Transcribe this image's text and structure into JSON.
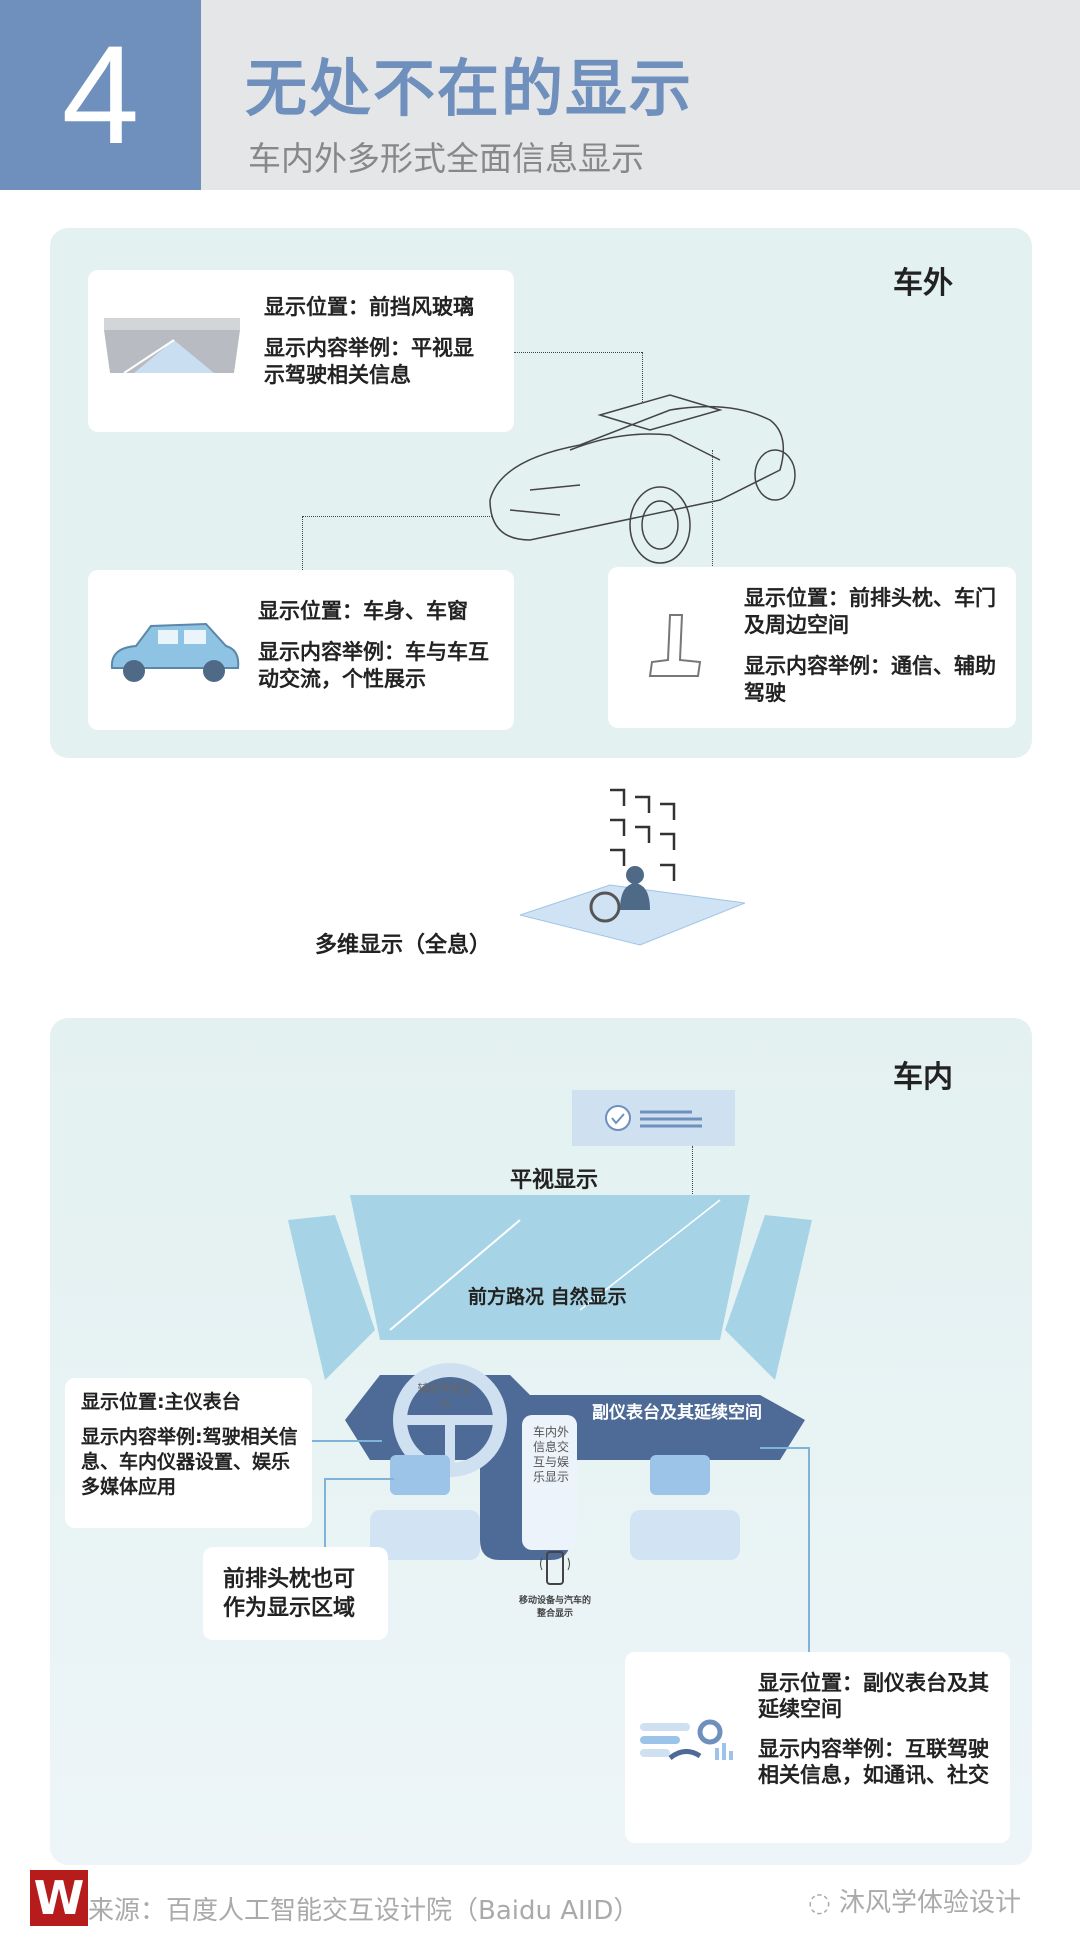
{
  "header": {
    "number": "4",
    "title": "无处不在的显示",
    "subtitle": "车内外多形式全面信息显示"
  },
  "exterior": {
    "label": "车外",
    "cards": [
      {
        "position": "显示位置：前挡风玻璃",
        "example": "显示内容举例：平视显示驾驶相关信息"
      },
      {
        "position": "显示位置：车身、车窗",
        "example": "显示内容举例：车与车互动交流，个性展示"
      },
      {
        "position": "显示位置：前排头枕、车门及周边空间",
        "example": "显示内容举例：通信、辅助驾驶"
      }
    ]
  },
  "hologram": {
    "label": "多维显示（全息）"
  },
  "interior": {
    "label": "车内",
    "hud": "平视显示",
    "windshield": "前方路况 自然显示",
    "wheel": "辅助驾驶显示",
    "center": "车内外信息交互与娱乐显示",
    "passenger": "副仪表台及其延续空间",
    "mobile": "移动设备与汽车的整合显示",
    "card_left": {
      "position": "显示位置:主仪表台",
      "example": "显示内容举例:驾驶相关信息、车内仪器设置、娱乐多媒体应用"
    },
    "card_headrest": "前排头枕也可作为显示区域",
    "card_right": {
      "position": "显示位置：副仪表台及其延续空间",
      "example": "显示内容举例：互联驾驶相关信息，如通讯、社交"
    }
  },
  "footer": {
    "source": "来源：百度人工智能交互设计院（Baidu AIID）",
    "watermark": "沐风学体验设计",
    "logo": "W"
  }
}
